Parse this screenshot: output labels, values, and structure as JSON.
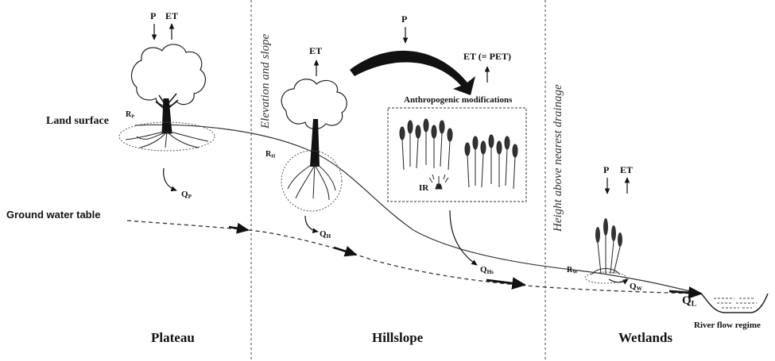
{
  "labels": {
    "land_surface": "Land surface",
    "ground_water_table": "Ground water table",
    "elevation_slope": "Elevation  and  slope",
    "height_above_drainage": "Height above nearest drainage",
    "anthropogenic": "Anthropogenic modifications",
    "et_pet": "ET (= PET)",
    "ir": "IR",
    "river_flow_regime": "River flow regime"
  },
  "zones": {
    "plateau": "Plateau",
    "hillslope": "Hillslope",
    "wetlands": "Wetlands"
  },
  "fluxes": {
    "p": "P",
    "et": "ET",
    "q_main": "Q",
    "r_main": "R",
    "p_sub": "P",
    "h_sub": "H",
    "w_sub": "W",
    "hs_sub": "Hs",
    "l_sub": "L"
  },
  "colors": {
    "ink": "#111111",
    "line": "#222222",
    "dashed": "#333333"
  }
}
